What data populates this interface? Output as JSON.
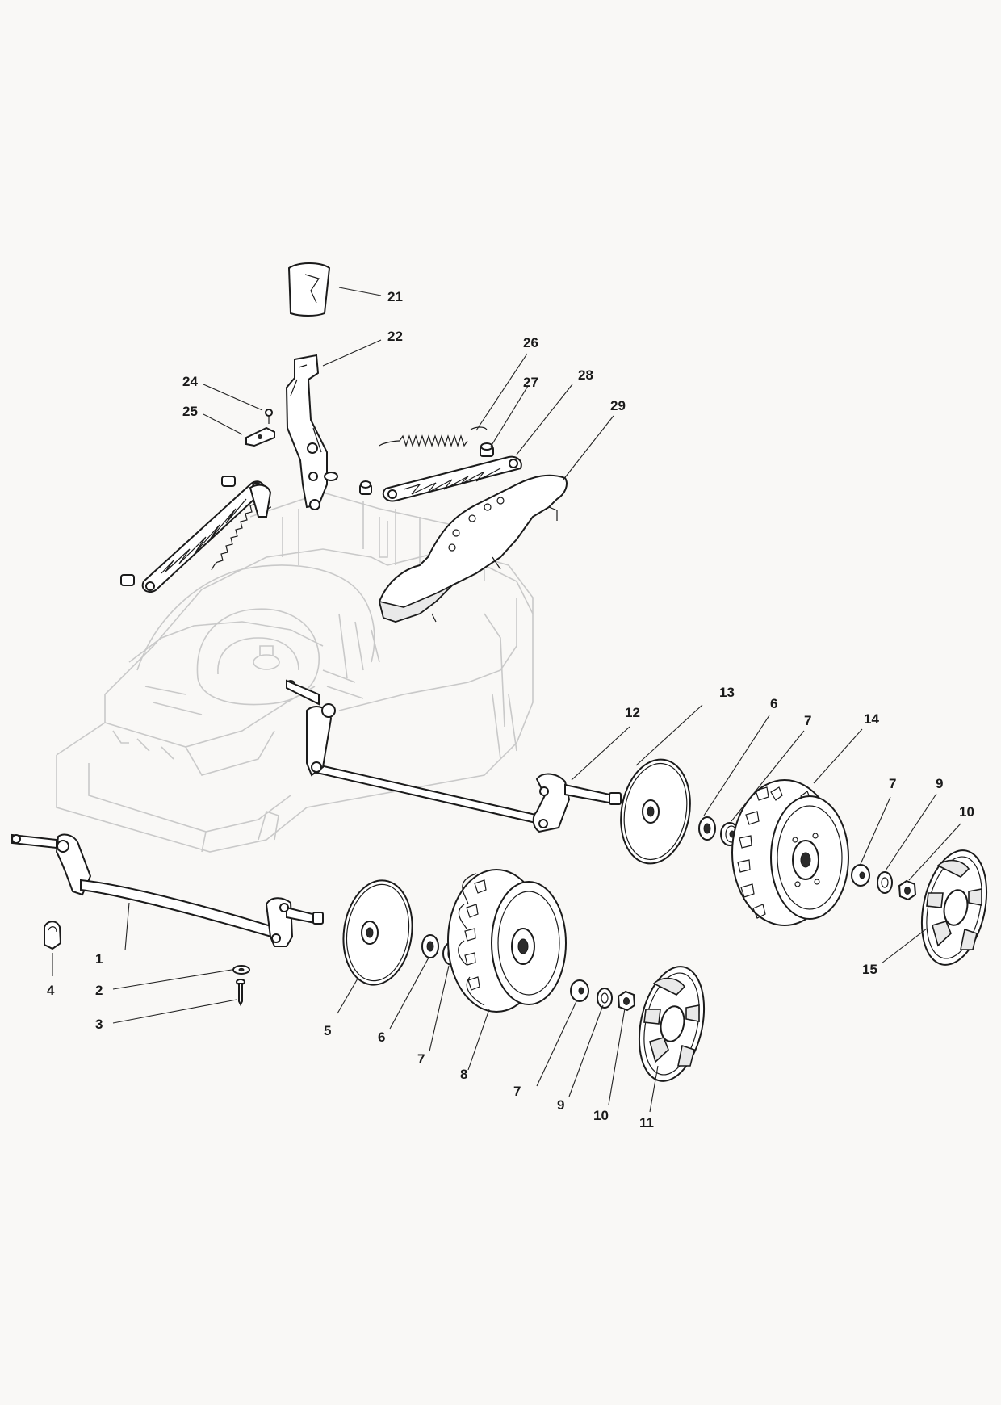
{
  "diagram": {
    "callouts": [
      {
        "id": "c1",
        "text": "1"
      },
      {
        "id": "c2",
        "text": "2"
      },
      {
        "id": "c3",
        "text": "3"
      },
      {
        "id": "c4",
        "text": "4"
      },
      {
        "id": "c5",
        "text": "5"
      },
      {
        "id": "c6a",
        "text": "6"
      },
      {
        "id": "c7a",
        "text": "7"
      },
      {
        "id": "c8",
        "text": "8"
      },
      {
        "id": "c7b",
        "text": "7"
      },
      {
        "id": "c9a",
        "text": "9"
      },
      {
        "id": "c10a",
        "text": "10"
      },
      {
        "id": "c11",
        "text": "11"
      },
      {
        "id": "c12",
        "text": "12"
      },
      {
        "id": "c13",
        "text": "13"
      },
      {
        "id": "c6b",
        "text": "6"
      },
      {
        "id": "c7c",
        "text": "7"
      },
      {
        "id": "c14",
        "text": "14"
      },
      {
        "id": "c7d",
        "text": "7"
      },
      {
        "id": "c9b",
        "text": "9"
      },
      {
        "id": "c10b",
        "text": "10"
      },
      {
        "id": "c15",
        "text": "15"
      },
      {
        "id": "c21",
        "text": "21"
      },
      {
        "id": "c22",
        "text": "22"
      },
      {
        "id": "c24",
        "text": "24"
      },
      {
        "id": "c25",
        "text": "25"
      },
      {
        "id": "c26",
        "text": "26"
      },
      {
        "id": "c27",
        "text": "27"
      },
      {
        "id": "c28",
        "text": "28"
      },
      {
        "id": "c29",
        "text": "29"
      }
    ]
  }
}
